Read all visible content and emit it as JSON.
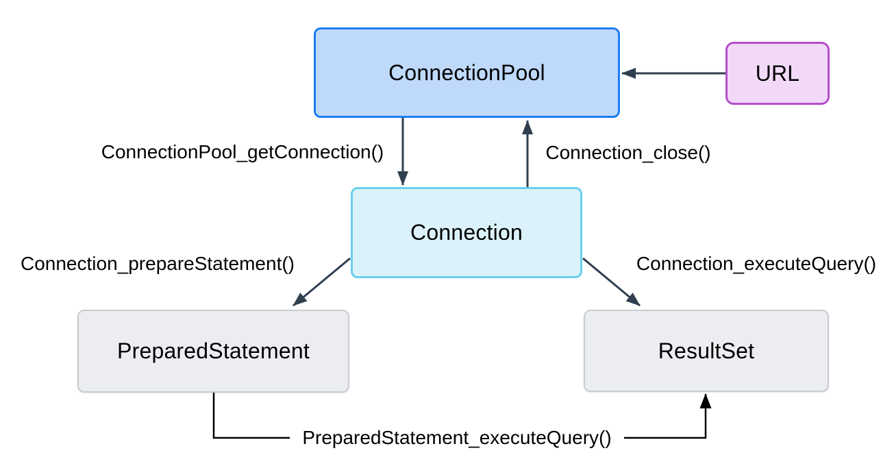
{
  "diagram": {
    "nodes": [
      {
        "id": "connection-pool",
        "label": "ConnectionPool"
      },
      {
        "id": "url",
        "label": "URL"
      },
      {
        "id": "connection",
        "label": "Connection"
      },
      {
        "id": "prepared-statement",
        "label": "PreparedStatement"
      },
      {
        "id": "result-set",
        "label": "ResultSet"
      }
    ],
    "edges": [
      {
        "from": "connection-pool",
        "to": "connection",
        "label": "ConnectionPool_getConnection()"
      },
      {
        "from": "connection",
        "to": "connection-pool",
        "label": "Connection_close()"
      },
      {
        "from": "url",
        "to": "connection-pool",
        "label": ""
      },
      {
        "from": "connection",
        "to": "prepared-statement",
        "label": "Connection_prepareStatement()"
      },
      {
        "from": "connection",
        "to": "result-set",
        "label": "Connection_executeQuery()"
      },
      {
        "from": "prepared-statement",
        "to": "result-set",
        "label": "PreparedStatement_executeQuery()"
      }
    ]
  },
  "colors": {
    "background": "#ffffff",
    "text": "#000000",
    "edge": "#2f3f4f",
    "black-edge": "#000000",
    "pool-fill": "#bed9f9",
    "pool-border": "#1e7cf2",
    "url-fill": "#f2d9f8",
    "url-border": "#b44ecb",
    "connection-fill": "#dcf2fa",
    "connection-border": "#69cfee",
    "gray-fill": "#ebedf0",
    "gray-border": "#c9ccd1"
  }
}
